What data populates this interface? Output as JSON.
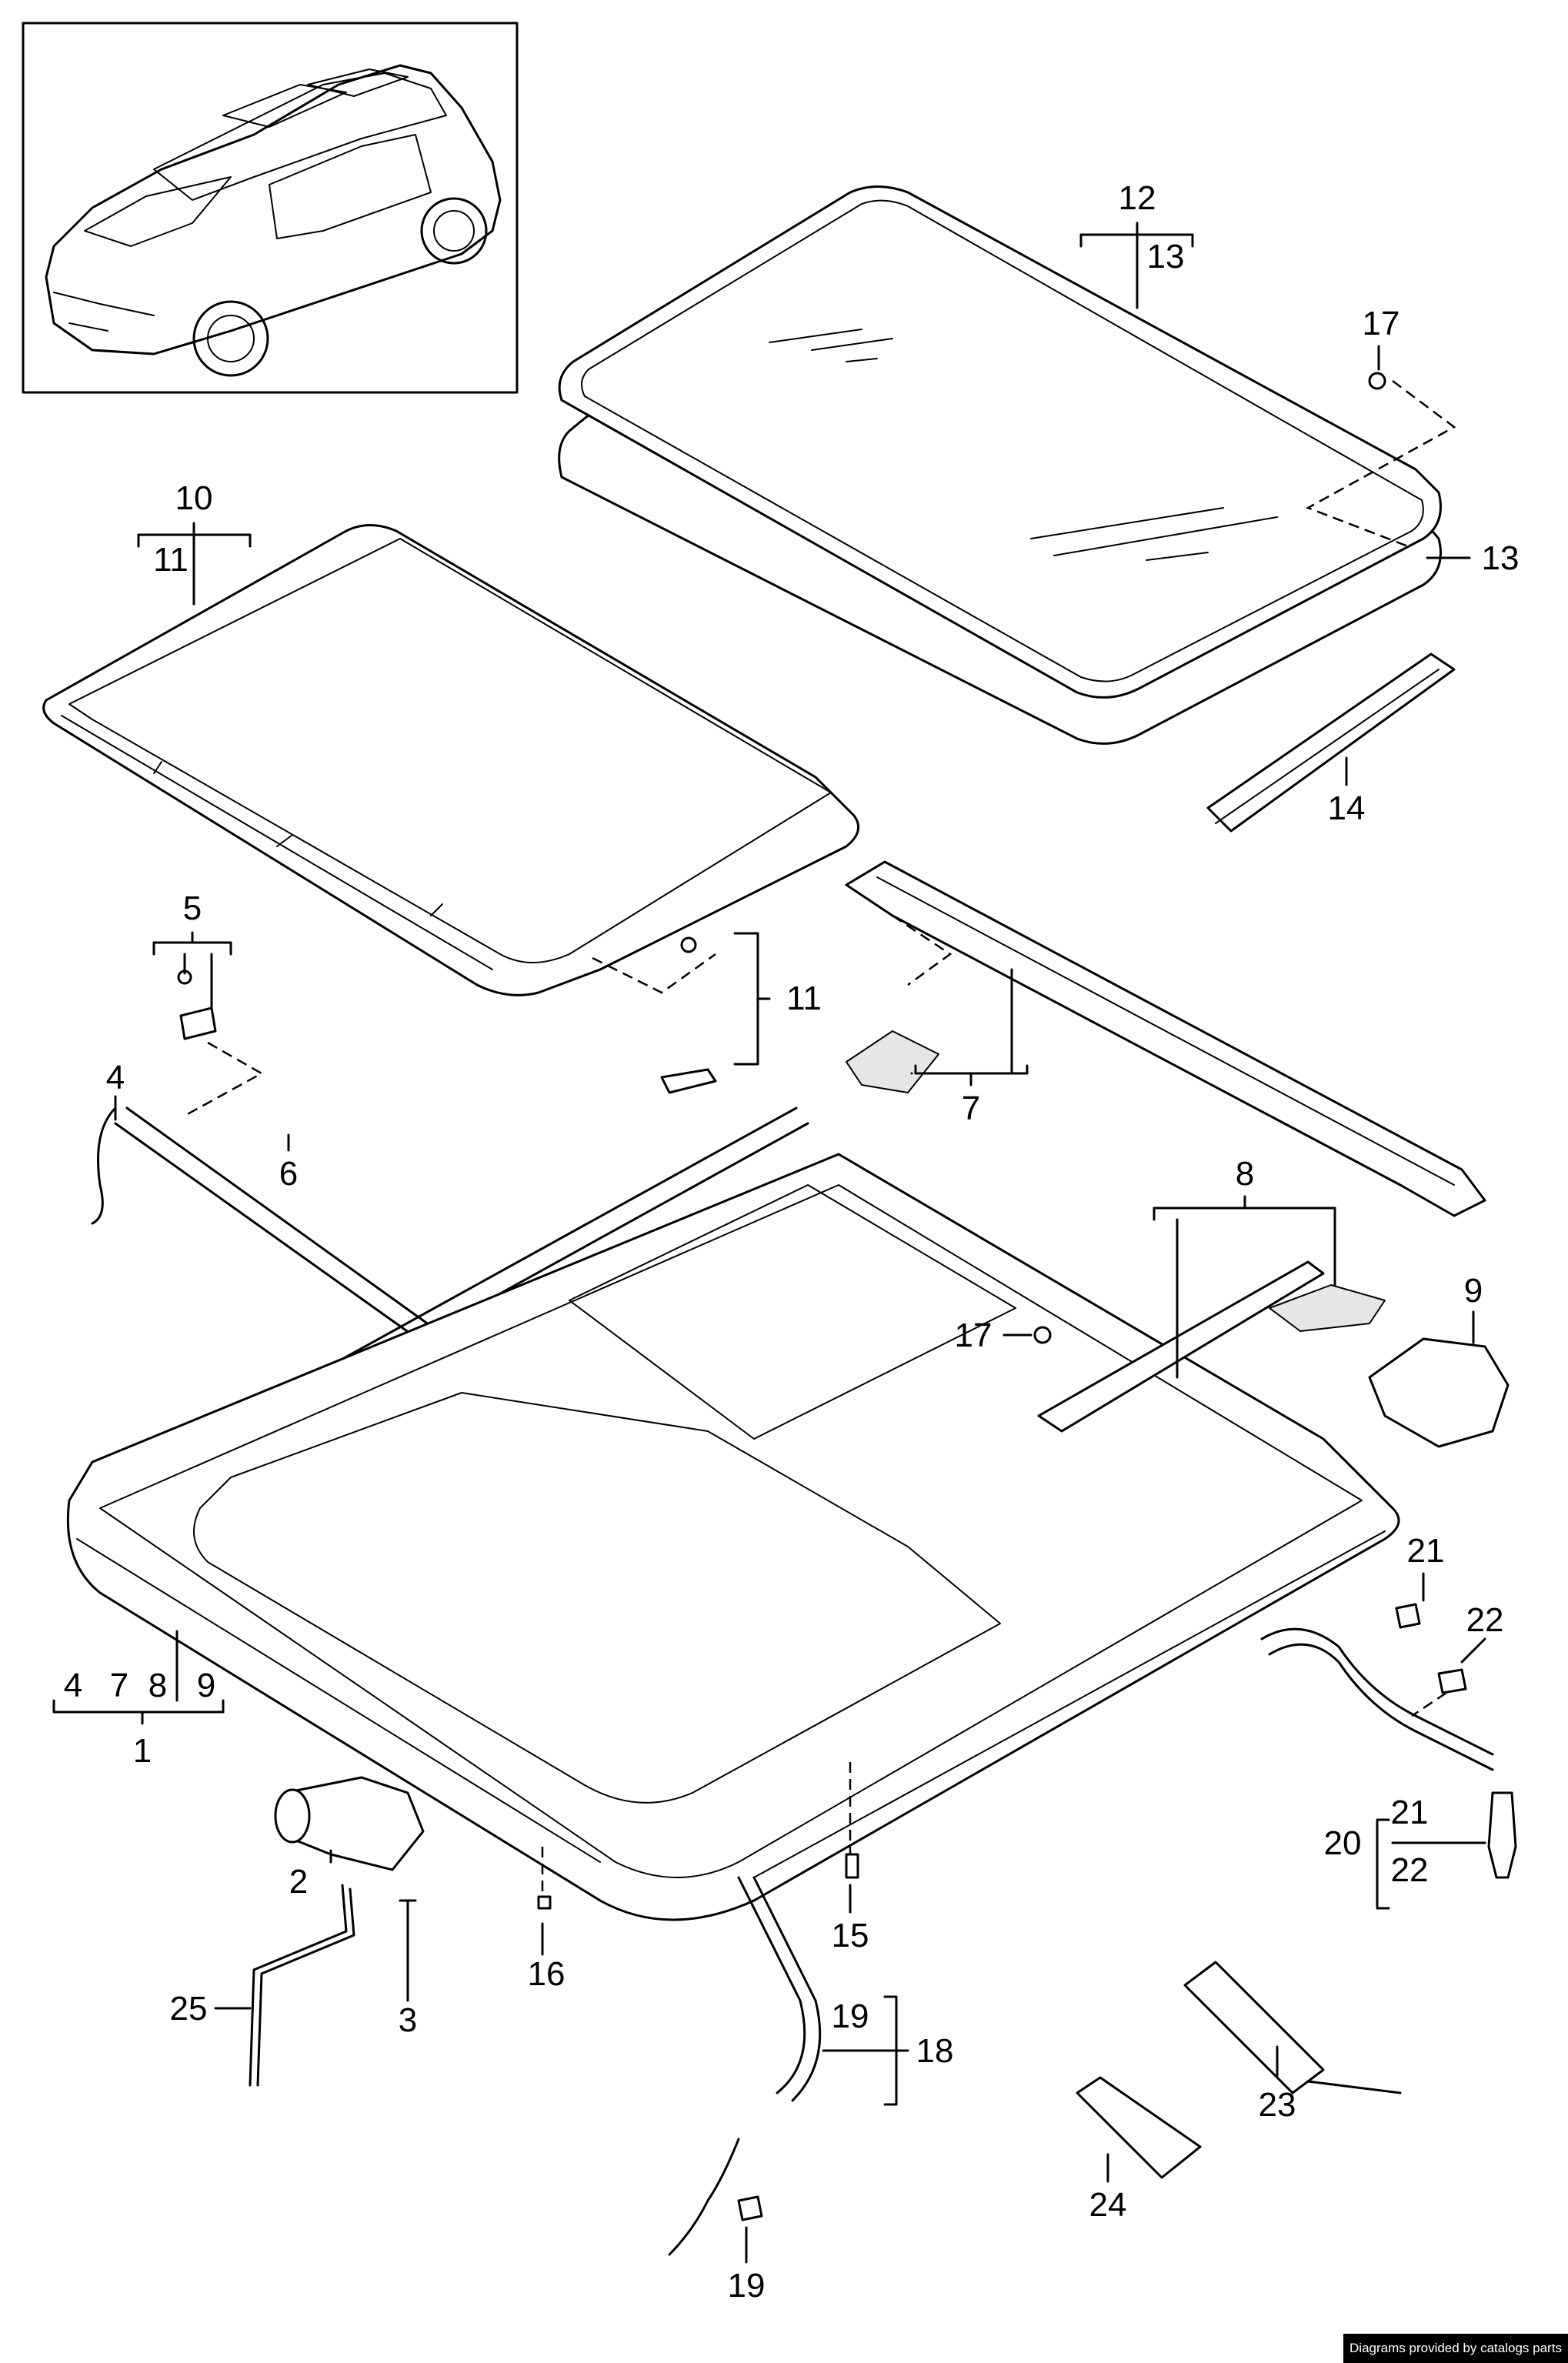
{
  "callouts": {
    "c1": "1",
    "c2": "2",
    "c3": "3",
    "c4": "4",
    "c5": "5",
    "c6": "6",
    "c7": "7",
    "c8": "8",
    "c9": "9",
    "c10": "10",
    "c11": "11",
    "c12": "12",
    "c13": "13",
    "c14": "14",
    "c15": "15",
    "c16": "16",
    "c17": "17",
    "c18": "18",
    "c19": "19",
    "c20": "20",
    "c21": "21",
    "c22": "22",
    "c23": "23",
    "c24": "24",
    "c25": "25"
  },
  "credit": "Diagrams provided by catalogs parts"
}
